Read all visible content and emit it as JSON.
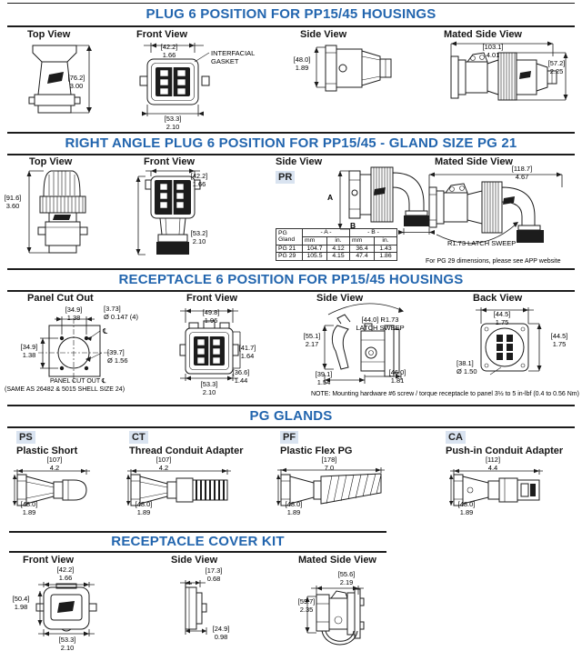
{
  "accent_color": "#2265ae",
  "badge_bg": "#d9e3f0",
  "sections": {
    "plug": {
      "title": "PLUG 6 POSITION FOR PP15/45 HOUSINGS",
      "views": {
        "top": {
          "label": "Top View",
          "dim_height": {
            "mm": "[76.2]",
            "in": "3.00"
          }
        },
        "front": {
          "label": "Front View",
          "dim_top": {
            "mm": "[42.2]",
            "in": "1.66"
          },
          "dim_bottom": {
            "mm": "[53.3]",
            "in": "2.10"
          },
          "callout": "INTERFACIAL\nGASKET"
        },
        "side": {
          "label": "Side View",
          "dim_height": {
            "mm": "[48.0]",
            "in": "1.89"
          }
        },
        "mated": {
          "label": "Mated Side View",
          "dim_width": {
            "mm": "[103.1]",
            "in": "4.01"
          },
          "dim_height": {
            "mm": "[57.2]",
            "in": "2.25"
          }
        }
      }
    },
    "right_angle": {
      "title": "RIGHT ANGLE PLUG 6 POSITION FOR PP15/45 - GLAND SIZE PG 21",
      "views": {
        "top": {
          "label": "Top View",
          "dim_height": {
            "mm": "[91.6]",
            "in": "3.60"
          }
        },
        "front": {
          "label": "Front View",
          "dim_top": {
            "mm": "[42.2]",
            "in": "1.66"
          },
          "dim_bottom": {
            "mm": "[53.2]",
            "in": "2.10"
          }
        },
        "side": {
          "label": "Side View",
          "badge": "PR",
          "dim_a": "A",
          "dim_b": "B"
        },
        "mated": {
          "label": "Mated Side View",
          "dim_width": {
            "mm": "[118.7]",
            "in": "4.67"
          },
          "latch_note": "R1.73  LATCH SWEEP",
          "footnote": "For PG 29 dimensions, please see APP website"
        }
      },
      "table": {
        "header_gland": "PG\nGland",
        "header_a": "- A -",
        "header_b": "- B -",
        "units": [
          "mm",
          "in.",
          "mm",
          "in."
        ],
        "rows": [
          {
            "gland": "PG 21",
            "a_mm": "104.7",
            "a_in": "4.12",
            "b_mm": "36.4",
            "b_in": "1.43"
          },
          {
            "gland": "PG 29",
            "a_mm": "105.5",
            "a_in": "4.15",
            "b_mm": "47.4",
            "b_in": "1.86"
          }
        ]
      }
    },
    "receptacle": {
      "title": "RECEPTACLE 6 POSITION FOR PP15/45 HOUSINGS",
      "views": {
        "panel": {
          "label": "Panel Cut Out",
          "dim_top": {
            "mm": "[34.9]",
            "in": "1.38"
          },
          "dim_left": {
            "mm": "[34.9]",
            "in": "1.38"
          },
          "dim_holes": {
            "mm": "[3.73]",
            "in": "Ø  0.147 (4)"
          },
          "dim_circle": {
            "mm": "[39.7]",
            "in": "Ø  1.56"
          },
          "centerline": "℄",
          "caption": "PANEL CUT OUT  ℄",
          "subcaption": "(SAME AS 26482 & 5015 SHELL SIZE 24)"
        },
        "front": {
          "label": "Front View",
          "dim_top": {
            "mm": "[49.8]",
            "in": "1.96"
          },
          "dim_right": {
            "mm": "[41.7]",
            "in": "1.64"
          },
          "dim_inner": {
            "mm": "[36.6]",
            "in": "1.44"
          },
          "dim_bottom": {
            "mm": "[53.3]",
            "in": "2.10"
          }
        },
        "side": {
          "label": "Side View",
          "latch": "[44.0] R1.73\nLATCH SWEEP",
          "dim_left": {
            "mm": "[55.1]",
            "in": "2.17"
          },
          "dim_bottom_left": {
            "mm": "[39.1]",
            "in": "1.54"
          },
          "dim_bottom_right": {
            "mm": "[46.0]",
            "in": "1.81"
          }
        },
        "back": {
          "label": "Back View",
          "dim_top": {
            "mm": "[44.5]",
            "in": "1.75"
          },
          "dim_right": {
            "mm": "[44.5]",
            "in": "1.75"
          },
          "dim_circle": {
            "mm": "[38.1]",
            "in": "Ø  1.50"
          }
        }
      },
      "note": "NOTE: Mounting hardware #6 screw / torque receptacle to panel 3½ to 5 in-lbf (0.4 to 0.56 Nm)"
    },
    "glands": {
      "title": "PG GLANDS",
      "items": [
        {
          "code": "PS",
          "name": "Plastic Short",
          "dim_len": {
            "mm": "[107]",
            "in": "4.2"
          },
          "dim_h": {
            "mm": "[48.0]",
            "in": "1.89"
          }
        },
        {
          "code": "CT",
          "name": "Thread Conduit Adapter",
          "dim_len": {
            "mm": "[107]",
            "in": "4.2"
          },
          "dim_h": {
            "mm": "[48.0]",
            "in": "1.89"
          }
        },
        {
          "code": "PF",
          "name": "Plastic Flex PG",
          "dim_len": {
            "mm": "[178]",
            "in": "7.0"
          },
          "dim_h": {
            "mm": "[48.0]",
            "in": "1.89"
          }
        },
        {
          "code": "CA",
          "name": "Push-in Conduit  Adapter",
          "dim_len": {
            "mm": "[112]",
            "in": "4.4"
          },
          "dim_h": {
            "mm": "[48.0]",
            "in": "1.89"
          }
        }
      ]
    },
    "cover": {
      "title": "RECEPTACLE COVER KIT",
      "views": {
        "front": {
          "label": "Front View",
          "dim_top": {
            "mm": "[42.2]",
            "in": "1.66"
          },
          "dim_left": {
            "mm": "[50.4]",
            "in": "1.98"
          },
          "dim_bottom": {
            "mm": "[53.3]",
            "in": "2.10"
          }
        },
        "side": {
          "label": "Side View",
          "dim_top": {
            "mm": "[17.3]",
            "in": "0.68"
          },
          "dim_bottom": {
            "mm": "[24.9]",
            "in": "0.98"
          }
        },
        "mated": {
          "label": "Mated Side View",
          "dim_top": {
            "mm": "[55.6]",
            "in": "2.19"
          },
          "dim_left": {
            "mm": "[59.7]",
            "in": "2.35"
          }
        }
      }
    }
  }
}
